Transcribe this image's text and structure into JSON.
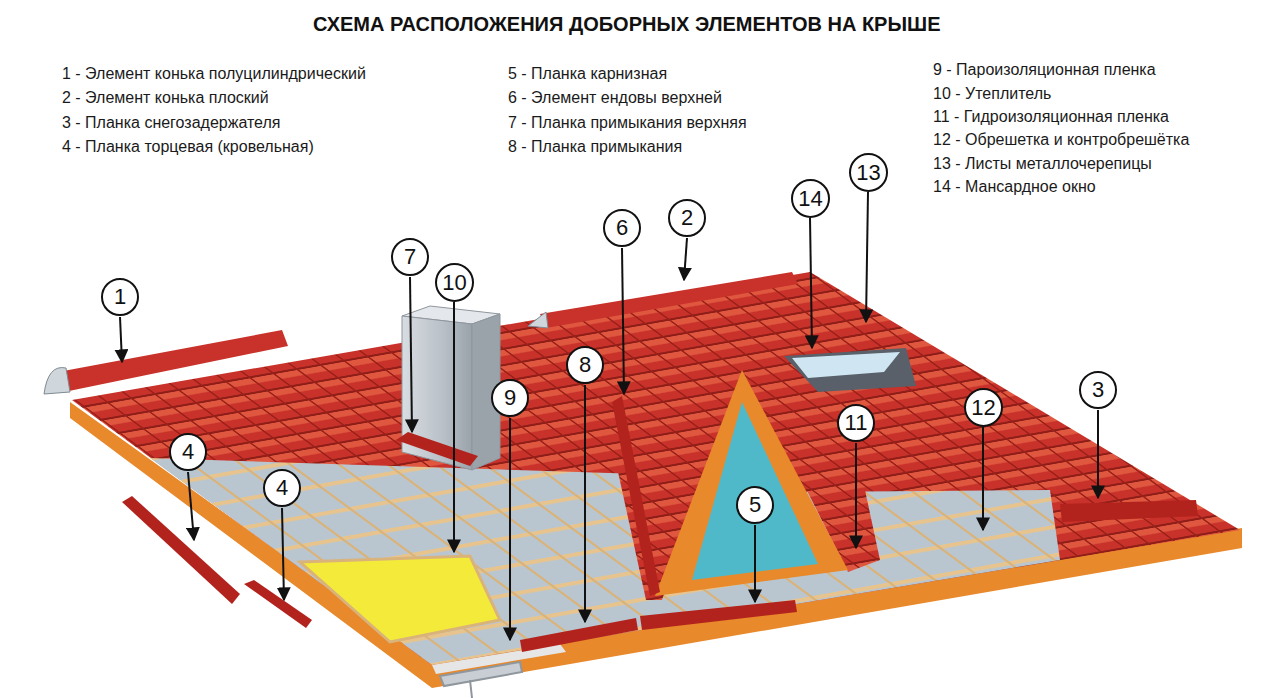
{
  "diagram": {
    "title": "СХЕМА РАСПОЛОЖЕНИЯ ДОБОРНЫХ ЭЛЕМЕНТОВ НА КРЫШЕ",
    "nodes": [
      {
        "text": [
          "13"
        ]
      },
      {
        "text": [
          "14"
        ]
      },
      {
        "text": [
          "2"
        ]
      },
      {
        "text": [
          "6"
        ]
      },
      {
        "text": [
          "7"
        ]
      },
      {
        "text": [
          "10"
        ]
      },
      {
        "text": [
          "1"
        ]
      },
      {
        "text": [
          "8"
        ]
      },
      {
        "text": [
          "3"
        ]
      },
      {
        "text": [
          "9"
        ]
      },
      {
        "text": [
          "12"
        ]
      },
      {
        "text": [
          "11"
        ]
      },
      {
        "text": [
          "4"
        ]
      },
      {
        "text": [
          "4"
        ]
      },
      {
        "text": [
          "5"
        ]
      }
    ],
    "labels": [
      "1 - Элемент конька полуцилиндрический",
      "2 - Элемент конька плоский",
      "3 - Планка снегозадержателя",
      "4 - Планка торцевая (кровельная)",
      "5 - Планка карнизная",
      "6 - Элемент ендовы верхней",
      "7 - Планка примыкания верхняя",
      "8 - Планка примыкания",
      "9 - Пароизоляционная пленка",
      "10 - Утеплитель",
      "11 - Гидроизоляционная пленка",
      "12 - Обрешетка и контробрешётка",
      "13 - Листы металлочерепицы",
      "14 - Мансардное окно"
    ]
  }
}
